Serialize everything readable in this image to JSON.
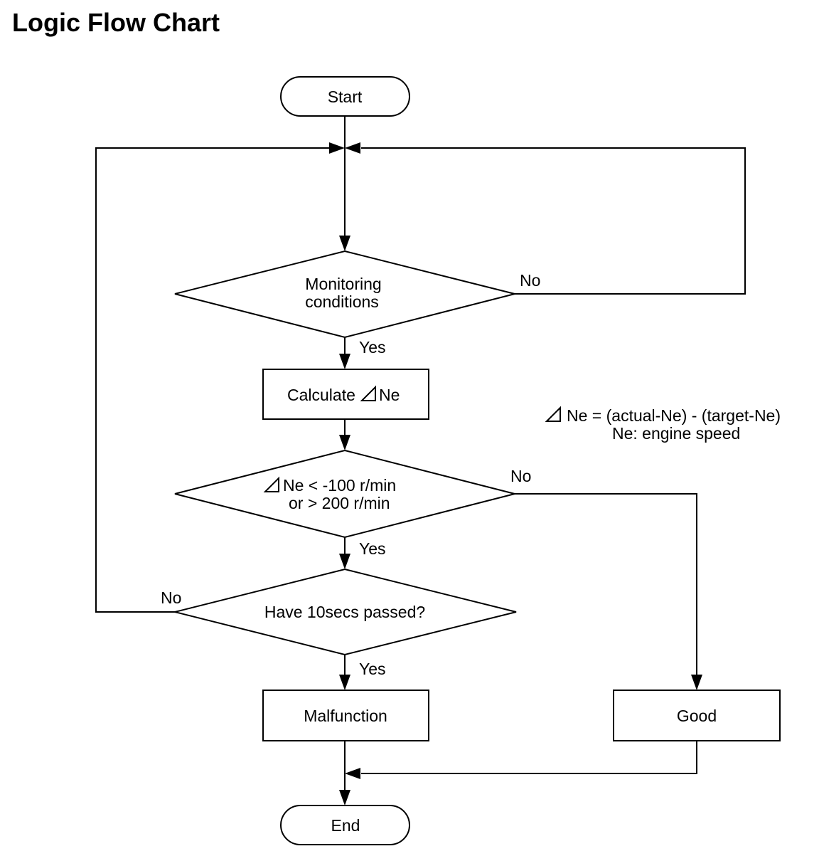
{
  "title": "Logic Flow Chart",
  "nodes": {
    "start": "Start",
    "monitoring": [
      "Monitoring",
      "conditions"
    ],
    "calculate": {
      "text": "Calculate",
      "suffix": "Ne"
    },
    "ne_check": {
      "line1_suffix": "Ne < -100 r/min",
      "line2": "or > 200 r/min"
    },
    "timer": "Have 10secs passed?",
    "malfunction": "Malfunction",
    "good": "Good",
    "end": "End"
  },
  "edge_labels": {
    "monitoring_yes": "Yes",
    "monitoring_no": "No",
    "ne_check_yes": "Yes",
    "ne_check_no": "No",
    "timer_yes": "Yes",
    "timer_no": "No"
  },
  "note": {
    "line1_suffix": "Ne = (actual-Ne) - (target-Ne)",
    "line2": "Ne:  engine speed"
  },
  "colors": {
    "stroke": "#000000",
    "background": "#ffffff"
  }
}
